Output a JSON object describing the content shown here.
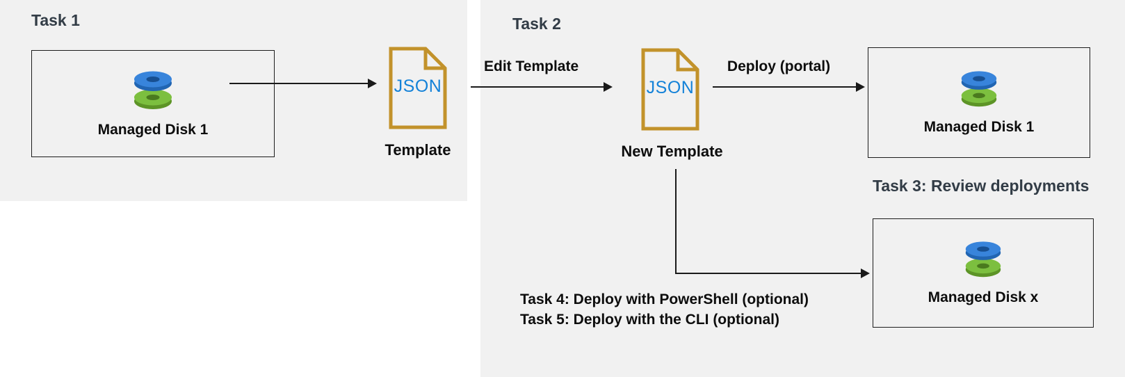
{
  "task1": {
    "heading": "Task 1",
    "disk_box_label": "Managed Disk 1",
    "json_file_type": "JSON",
    "template_caption": "Template"
  },
  "task2": {
    "heading": "Task 2",
    "edit_arrow_label": "Edit Template",
    "json_file_type": "JSON",
    "new_template_caption": "New Template",
    "deploy_arrow_label": "Deploy (portal)",
    "deployed_disk_box_label": "Managed Disk 1",
    "task3_heading": "Task 3: Review deployments",
    "optional_disk_box_label": "Managed Disk x",
    "task4_line": "Task 4: Deploy with PowerShell (optional)",
    "task5_line": "Task 5: Deploy with the CLI (optional)"
  },
  "icons": {
    "managed_disk": "managed-disk-icon (blue disk stacked on green disk)",
    "json_file": "json-file-icon (gold document with folded corner)"
  },
  "colors": {
    "panel": "#f1f1f1",
    "slate": "#323c46",
    "ink": "#0d0d0d",
    "line": "#1a1a1a",
    "gold": "#c2922b",
    "json-blue": "#1482d8",
    "disk-blue": "#3884db",
    "disk-blue-side": "#2165b2",
    "disk-blue-hole": "#174f91",
    "disk-green": "#7cbf3f",
    "disk-green-side": "#5d9427",
    "disk-green-hole": "#4a7a1e"
  }
}
